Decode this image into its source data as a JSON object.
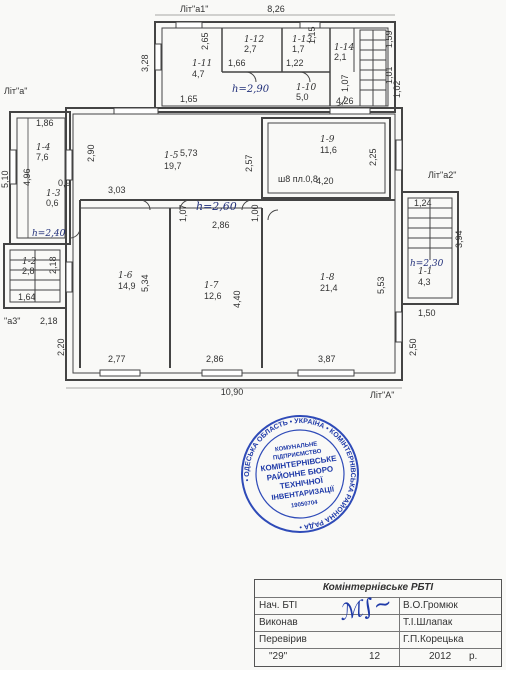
{
  "plan": {
    "top_overall": "8,26",
    "overall_bottom": "10,90",
    "dims": {
      "d_2_65": "2,65",
      "d_3_28": "3,28",
      "d_1_66": "1,66",
      "d_1_65": "1,65",
      "d_4_26": "4,26",
      "d_1_22": "1,22",
      "d_1_07a": "1,07",
      "d_1_01": "1,01",
      "d_1_02": "1,02",
      "d_5_73": "5,73",
      "d_2_90": "2,90",
      "d_2_57": "2,57",
      "d_2_25": "2,25",
      "d_4_20": "4,20",
      "d_1_86": "1,86",
      "d_4_96": "4,96",
      "d_0_9": "0,9",
      "d_3_03": "3,03",
      "d_1_07b": "1,07",
      "d_2_86a": "2,86",
      "d_1_00": "1,00",
      "d_1_24": "1,24",
      "d_3_94": "3,94",
      "d_2_18": "2,18",
      "d_1_64": "1,64",
      "d_5_34": "5,34",
      "d_4_40": "4,40",
      "d_5_53": "5,53",
      "d_1_50": "1,50",
      "d_2_20": "2,20",
      "d_2_50": "2,50",
      "d_2_77": "2,77",
      "d_2_86b": "2,86",
      "d_3_87": "3,87",
      "d_2_18b": "2,18",
      "d_5_10": "5,10",
      "d_1_59": "1,59",
      "d_1_15": "1,15"
    },
    "rooms": [
      {
        "id": "1-11",
        "area": "4,7"
      },
      {
        "id": "1-12",
        "area": "2,7"
      },
      {
        "id": "1-13",
        "area": "1,7"
      },
      {
        "id": "1-10",
        "area": "5,0"
      },
      {
        "id": "1-14",
        "area": "2,1"
      },
      {
        "id": "1-9",
        "area": "11,6"
      },
      {
        "id": "1-5",
        "area": "19,7"
      },
      {
        "id": "1-4",
        "area": "7,6"
      },
      {
        "id": "1-3",
        "area": "0,6"
      },
      {
        "id": "1-2",
        "area": "2,8"
      },
      {
        "id": "1-6",
        "area": "14,9"
      },
      {
        "id": "1-7",
        "area": "12,6"
      },
      {
        "id": "1-8",
        "area": "21,4"
      },
      {
        "id": "1-1",
        "area": "4,3"
      }
    ],
    "letters": {
      "a1": "Літ\"а1\"",
      "a": "Літ\"а\"",
      "a2": "Літ\"а2\"",
      "a3": "\"а3\"",
      "A": "Літ\"А\""
    },
    "heights": {
      "h1": "h=2,90",
      "h2": "h=2,60",
      "h3": "h=2,40",
      "h4": "h=2,30"
    },
    "shaft": "ш8\nпл.0,8"
  },
  "stamp": {
    "outer_ring": "• ОДЕСЬКА ОБЛАСТЬ • УКРАЇНА • КОМІНТЕРНІВСЬКА РАЙОННА РАДА •",
    "lines": [
      "КОМУНАЛЬНЕ",
      "ПІДПРИЄМСТВО",
      "КОМІНТЕРНІВСЬКЕ",
      "РАЙОННЕ БЮРО",
      "ТЕХНІЧНОЇ",
      "ІНВЕНТАРИЗАЦІЇ",
      "19050704"
    ]
  },
  "titleblock": {
    "org": "Комінтернівське РБТІ",
    "rows": [
      {
        "role": "Нач. БТІ",
        "name": "В.О.Громюк"
      },
      {
        "role": "Виконав",
        "name": "Т.І.Шлапак"
      },
      {
        "role": "Перевірив",
        "name": "Г.П.Корецька"
      }
    ],
    "date_day": "\"29\"",
    "date_month": "12",
    "date_year": "2012",
    "date_suffix": "р."
  }
}
